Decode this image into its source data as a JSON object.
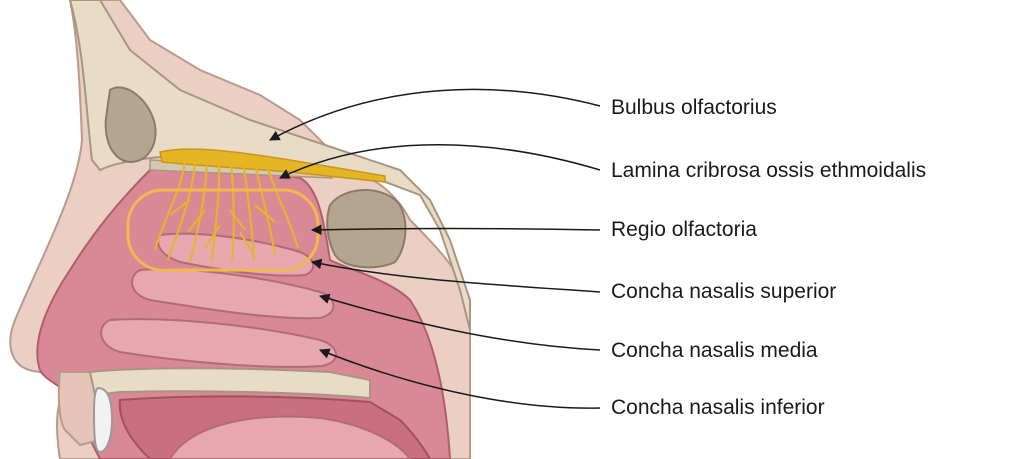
{
  "labels": [
    "Bulbus olfactorius",
    "Lamina cribrosa ossis ethmoidalis",
    "Regio olfactoria",
    "Concha nasalis superior",
    "Concha nasalis media",
    "Concha nasalis inferior"
  ],
  "colors": {
    "skin": "#ebcfc3",
    "bone": "#e8dcc6",
    "bone_cavity": "#b3a58e",
    "mucosa": "#d98996",
    "mucosa_dark": "#c96f7d",
    "concha": "#e6a7af",
    "nerve": "#e6b526",
    "olfactory_outline": "#f2b84d",
    "arrow": "#1a1a1a"
  }
}
